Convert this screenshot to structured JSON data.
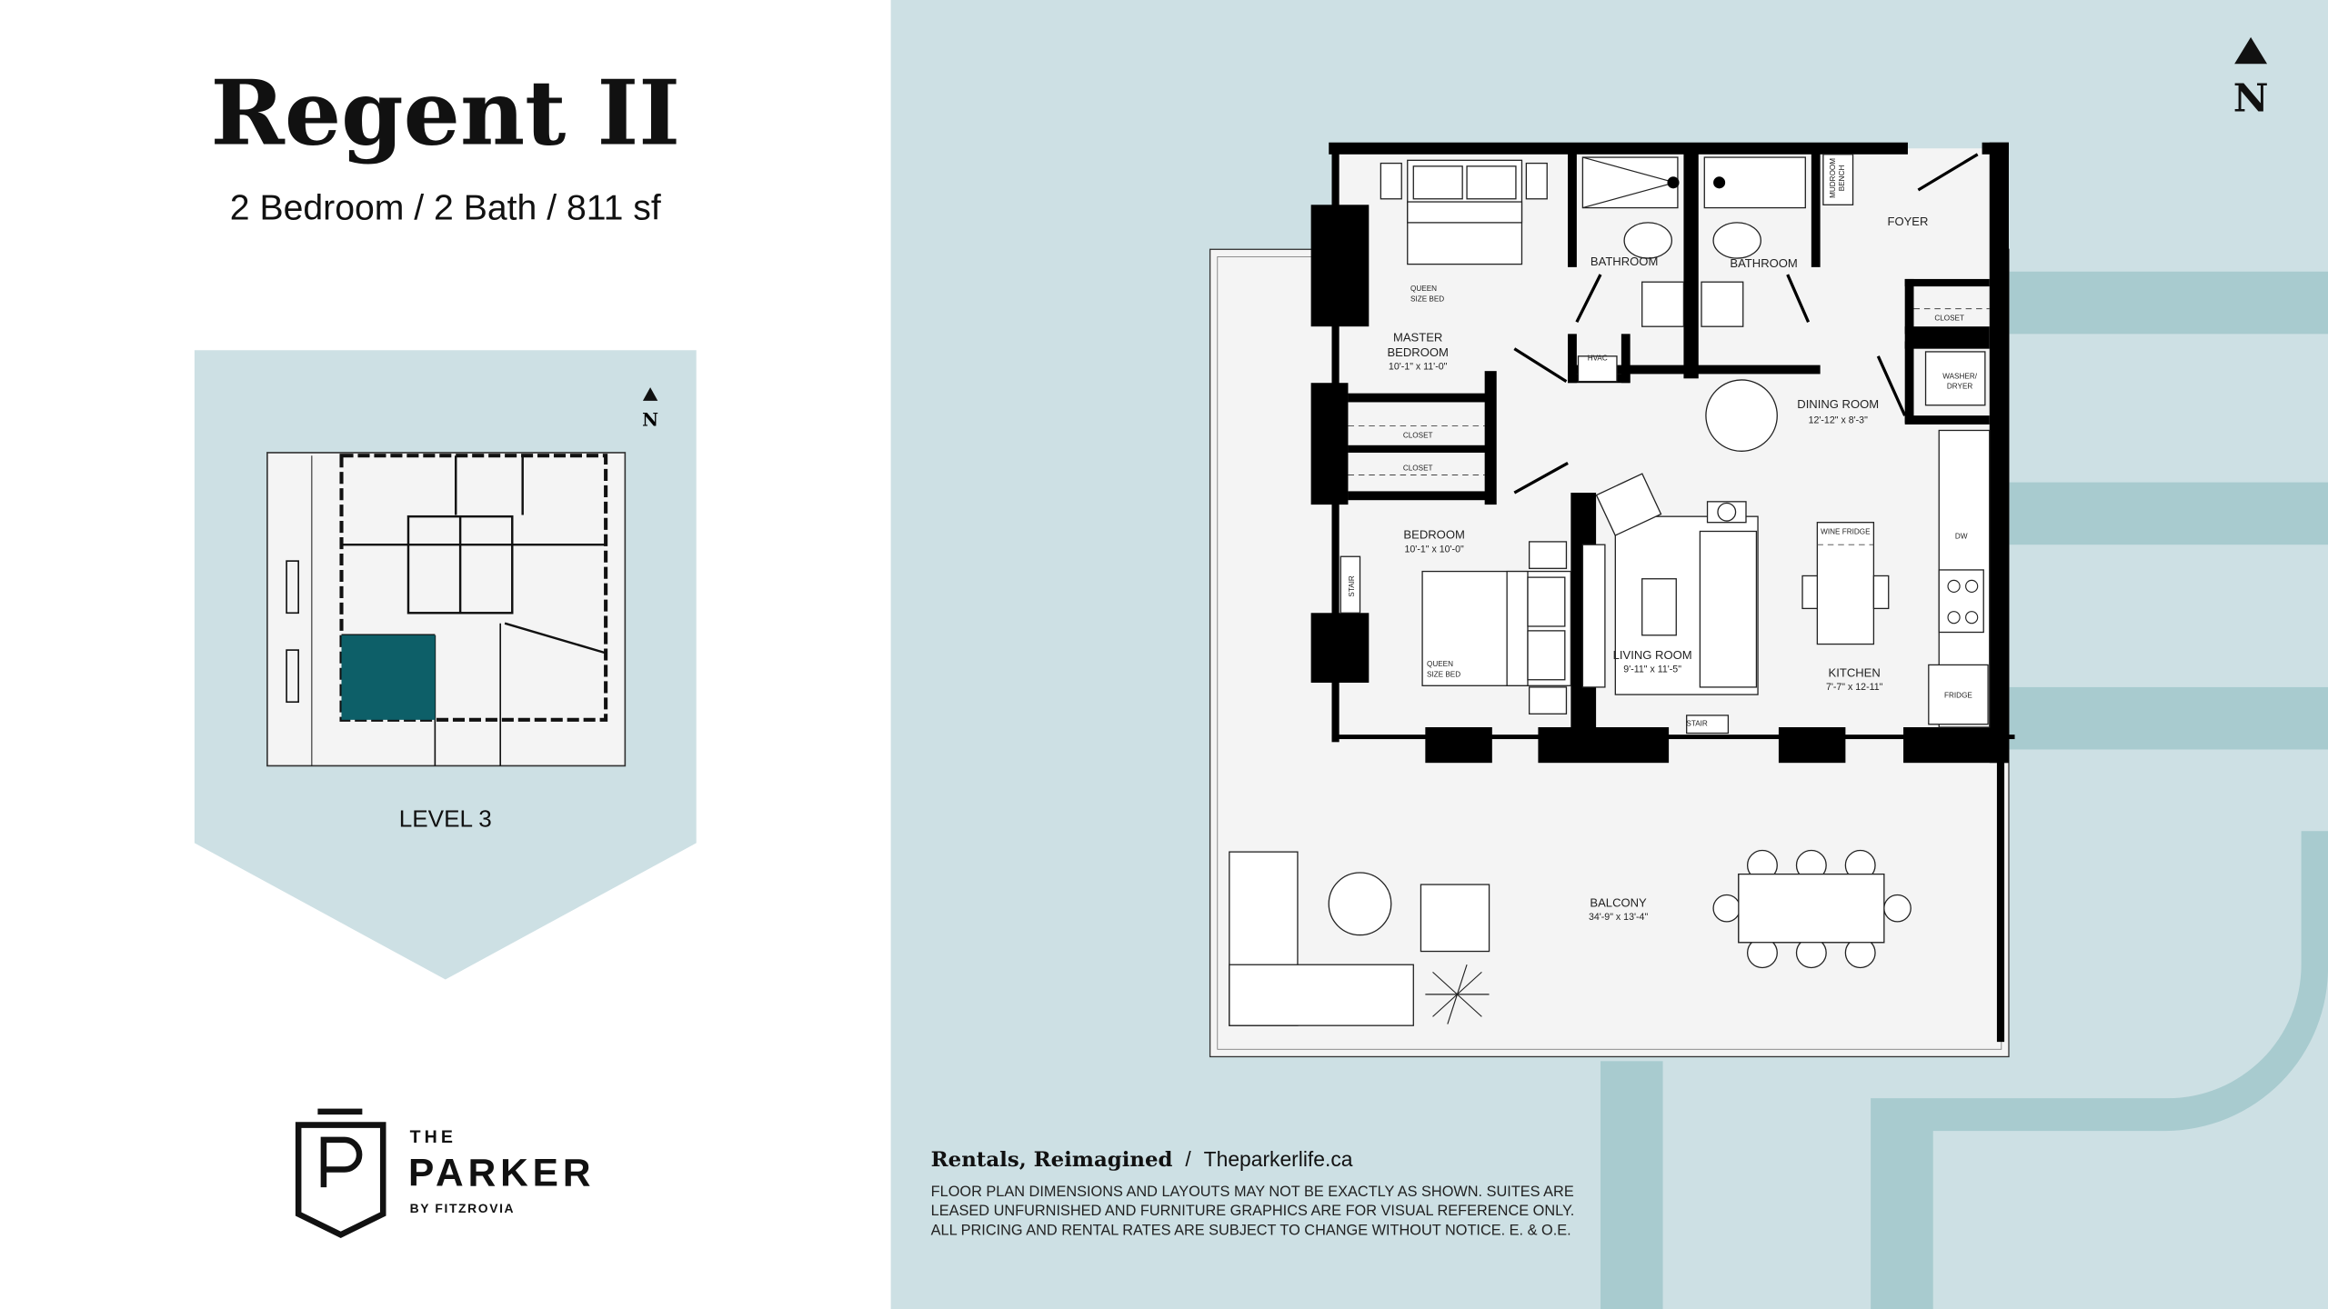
{
  "header": {
    "title": "Regent II",
    "subtitle": "2 Bedroom / 2 Bath / 811 sf"
  },
  "keyplan": {
    "north_label": "N",
    "level_label": "LEVEL 3",
    "highlight_color": "#0d5f68"
  },
  "plan": {
    "north_label": "N",
    "labels": {
      "master_bedroom_1": "MASTER",
      "master_bedroom_2": "BEDROOM",
      "master_bedroom_dim": "10'-1\" x 11'-0\"",
      "bathroom_1": "BATHROOM",
      "bathroom_2": "BATHROOM",
      "mudroom_bench_1": "MUDROOM",
      "mudroom_bench_2": "BENCH",
      "foyer": "FOYER",
      "foyer_closet": "CLOSET",
      "washer_1": "WASHER/",
      "washer_2": "DRYER",
      "hvac": "HVAC",
      "dining_room": "DINING ROOM",
      "dining_room_dim": "12'-12\" x 8'-3\"",
      "closet_1": "CLOSET",
      "closet_2": "CLOSET",
      "bedroom": "BEDROOM",
      "bedroom_dim": "10'-1\" x 10'-0\"",
      "queen_bed_1a": "QUEEN",
      "queen_bed_1b": "SIZE BED",
      "queen_bed_2a": "QUEEN",
      "queen_bed_2b": "SIZE BED",
      "living_room": "LIVING ROOM",
      "living_room_dim": "9'-11\" x 11'-5\"",
      "wine_fridge": "WINE FRIDGE",
      "dw": "DW",
      "kitchen": "KITCHEN",
      "kitchen_dim": "7'-7\" x 12-11\"",
      "fridge": "FRIDGE",
      "stair_1": "STAIR",
      "stair_2": "STAIR",
      "balcony": "BALCONY",
      "balcony_dim": "34'-9\" x 13'-4\""
    }
  },
  "footer": {
    "tagline": "Rentals, Reimagined",
    "separator": "/",
    "website": "Theparkerlife.ca",
    "disclaimer": [
      "FLOOR PLAN DIMENSIONS AND LAYOUTS MAY NOT BE EXACTLY AS SHOWN. SUITES ARE",
      "LEASED UNFURNISHED AND FURNITURE GRAPHICS ARE FOR VISUAL REFERENCE ONLY.",
      "ALL PRICING AND RENTAL RATES ARE SUBJECT TO CHANGE WITHOUT NOTICE. E. & O.E."
    ]
  },
  "logo": {
    "line1": "THE",
    "line2": "PARKER",
    "line3": "BY FITZROVIA"
  },
  "colors": {
    "panel_bg": "#cde0e4",
    "decor": "#a8cbcf",
    "plan_floor": "#f4f4f4"
  }
}
